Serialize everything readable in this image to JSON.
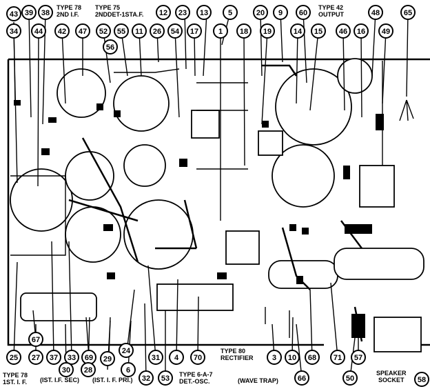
{
  "callouts": {
    "c43": "43",
    "c39": "39",
    "c38": "38",
    "c12": "12",
    "c23": "23",
    "c13": "13",
    "c5": "5",
    "c20": "20",
    "c9": "9",
    "c60": "60",
    "c48": "48",
    "c65": "65",
    "c34": "34",
    "c44": "44",
    "c42": "42",
    "c47": "47",
    "c52": "52",
    "c55": "55",
    "c11": "11",
    "c26": "26",
    "c54": "54",
    "c17": "17",
    "c1": "1",
    "c18": "18",
    "c19": "19",
    "c14": "14",
    "c15": "15",
    "c46": "46",
    "c16": "16",
    "c49": "49",
    "c56": "56",
    "c25": "25",
    "c27": "27",
    "c37": "37",
    "c33": "33",
    "c69": "69",
    "c24": "24",
    "c31": "31",
    "c4": "4",
    "c70": "70",
    "c3": "3",
    "c10": "10",
    "c68": "68",
    "c71": "71",
    "c57": "57",
    "c67": "67",
    "c30": "30",
    "c28": "28",
    "c29": "29",
    "c6": "6",
    "c32": "32",
    "c53": "53",
    "c66": "66",
    "c50": "50",
    "c58": "58"
  },
  "labels": {
    "type78_2nd_if_a": "TYPE 78",
    "type78_2nd_if_b": "2ND I.F.",
    "type75_a": "TYPE 75",
    "type75_b": "2NDDET-1STA.F.",
    "type42_a": "TYPE 42",
    "type42_b": "OUTPUT",
    "type78_1st_if_a": "TYPE 78",
    "type78_1st_if_b": "1ST. I. F.",
    "ist_if_sec": "(IST. I.F. SEC)",
    "ist_if_pri": "(IST. I. F. PRI.)",
    "type6a7_a": "TYPE 6-A-7",
    "type6a7_b": "DET.-OSC.",
    "type80_a": "TYPE 80",
    "type80_b": "RECTIFIER",
    "wave_trap": "(WAVE TRAP)",
    "speaker_a": "SPEAKER",
    "speaker_b": "SOCKET"
  }
}
